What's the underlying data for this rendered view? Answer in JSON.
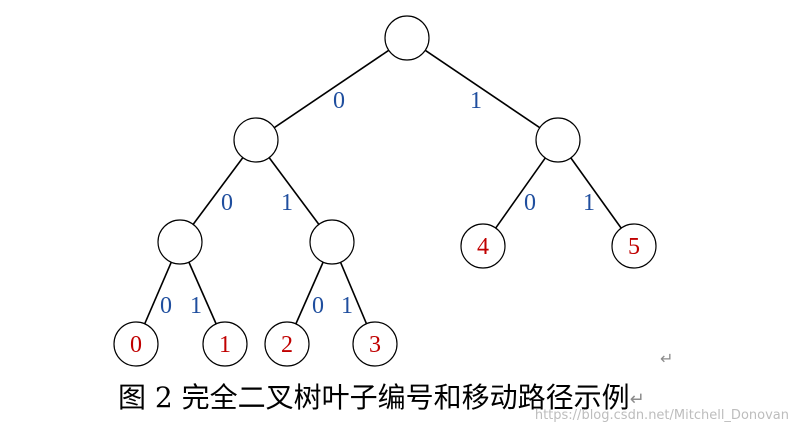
{
  "colors": {
    "edge": "#000000",
    "leaf_text": "#c00000",
    "branch_text": "#1f4e9e",
    "pilcrow": "#8c8c8c",
    "watermark": "#bdbdbd"
  },
  "diagram": {
    "nodes": [
      {
        "id": "root",
        "label": ""
      },
      {
        "id": "n0",
        "label": ""
      },
      {
        "id": "n1",
        "label": ""
      },
      {
        "id": "n00",
        "label": ""
      },
      {
        "id": "n01",
        "label": ""
      },
      {
        "id": "n10",
        "label": "4"
      },
      {
        "id": "n11",
        "label": "5"
      },
      {
        "id": "n000",
        "label": "0"
      },
      {
        "id": "n001",
        "label": "1"
      },
      {
        "id": "n010",
        "label": "2"
      },
      {
        "id": "n011",
        "label": "3"
      }
    ],
    "edges": [
      {
        "from": "root",
        "to": "n0",
        "label": "0"
      },
      {
        "from": "root",
        "to": "n1",
        "label": "1"
      },
      {
        "from": "n0",
        "to": "n00",
        "label": "0"
      },
      {
        "from": "n0",
        "to": "n01",
        "label": "1"
      },
      {
        "from": "n1",
        "to": "n10",
        "label": "0"
      },
      {
        "from": "n1",
        "to": "n11",
        "label": "1"
      },
      {
        "from": "n00",
        "to": "n000",
        "label": "0"
      },
      {
        "from": "n00",
        "to": "n001",
        "label": "1"
      },
      {
        "from": "n01",
        "to": "n010",
        "label": "0"
      },
      {
        "from": "n01",
        "to": "n011",
        "label": "1"
      }
    ],
    "pilcrow": "↵"
  },
  "caption": {
    "text": "图 2 完全二叉树叶子编号和移动路径示例",
    "pilcrow": "↵"
  },
  "watermark": "https://blog.csdn.net/Mitchell_Donovan"
}
